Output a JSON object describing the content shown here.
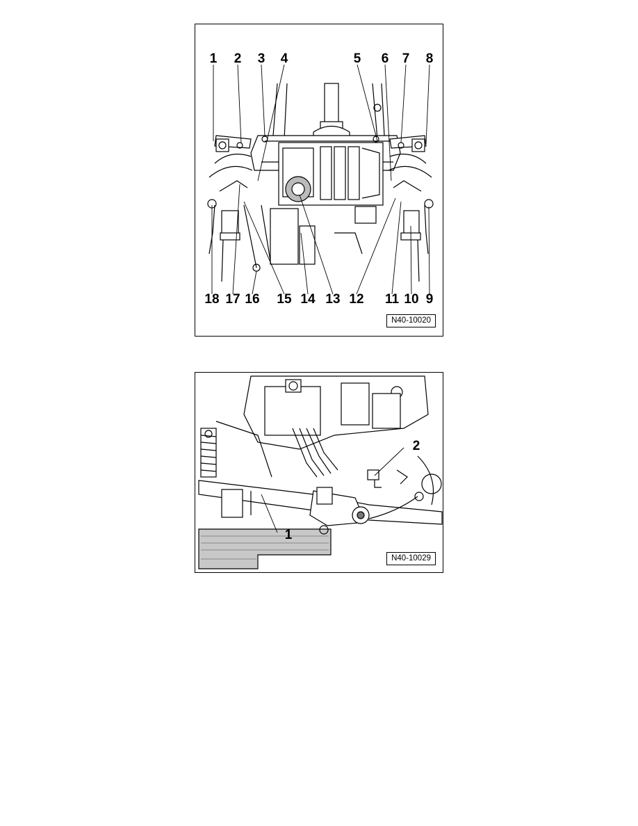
{
  "figure1": {
    "id_label": "N40-10020",
    "callouts_top": [
      "1",
      "2",
      "3",
      "4",
      "5",
      "6",
      "7",
      "8"
    ],
    "callouts_bottom": [
      "18",
      "17",
      "16",
      "15",
      "14",
      "13",
      "12",
      "11",
      "10",
      "9"
    ]
  },
  "figure2": {
    "id_label": "N40-10029",
    "callouts": [
      "1",
      "2"
    ]
  }
}
